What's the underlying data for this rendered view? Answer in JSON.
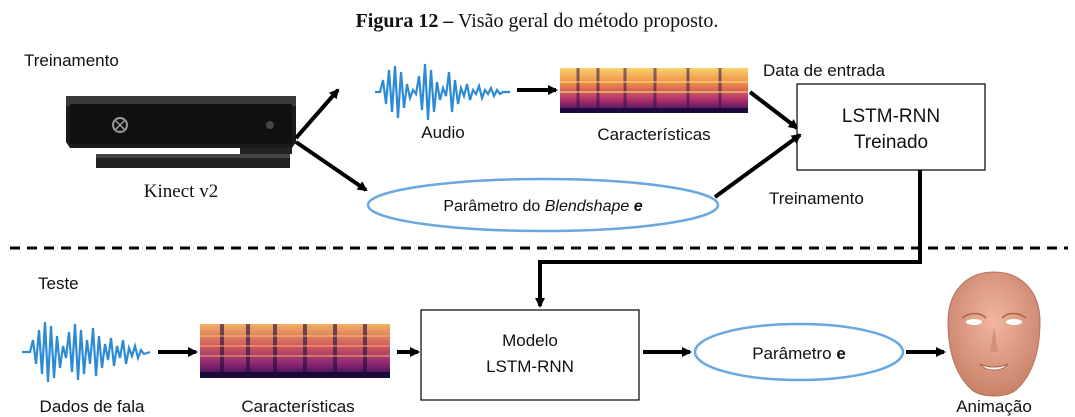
{
  "caption": {
    "label": "Figura 12 –",
    "text": " Visão geral do método proposto."
  },
  "top": {
    "section_label": "Treinamento",
    "device_label": "Kinect v2",
    "audio_label": "Audio",
    "features_label": "Características",
    "input_label": "Data de entrada",
    "lstm_line1": "LSTM-RNN",
    "lstm_line2": "Treinado",
    "blendshape_prefix": "Parâmetro do ",
    "blendshape_italic": "Blendshape",
    "blendshape_bold": "e",
    "training_label": "Treinamento"
  },
  "bottom": {
    "section_label": "Teste",
    "speech_label": "Dados de fala",
    "features_label": "Características",
    "model_line1": "Modelo",
    "model_line2": "LSTM-RNN",
    "param_prefix": "Parâmetro ",
    "param_bold": "e",
    "animation_label": "Animação"
  },
  "colors": {
    "waveform": "#2d8bd6",
    "ellipse_stroke": "#6aa8dd",
    "arrow": "#000000",
    "spectrogram_dark": "#2a0f55",
    "spectrogram_mid": "#c7366a",
    "spectrogram_hot": "#f6a64a",
    "face_skin": "#e6a389"
  }
}
